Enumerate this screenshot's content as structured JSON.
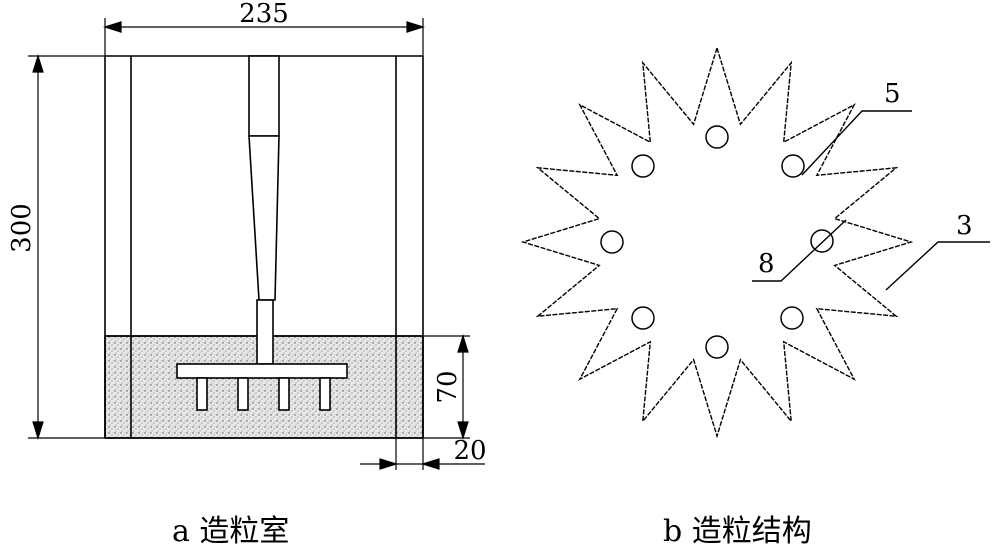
{
  "panel_a": {
    "caption": "a 造粒室",
    "dimensions": {
      "width": "235",
      "height": "300",
      "bed_height": "70",
      "wall_thickness": "20"
    }
  },
  "panel_b": {
    "caption": "b 造粒结构",
    "part_labels": {
      "label_5": "5",
      "label_8": "8",
      "label_3": "3"
    }
  }
}
